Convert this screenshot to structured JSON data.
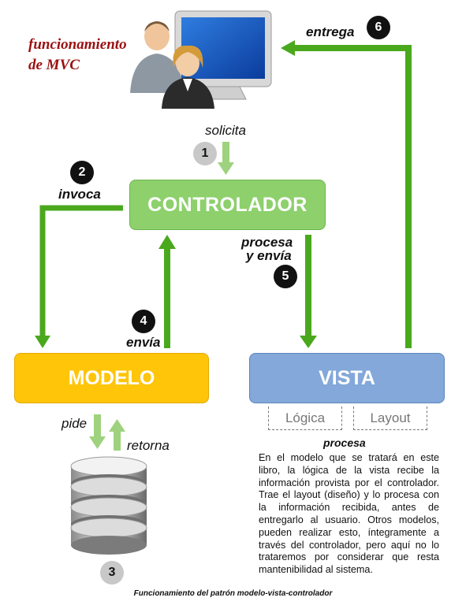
{
  "title_line1": "funcionamiento",
  "title_line2": "de MVC",
  "boxes": {
    "controller": "CONTROLADOR",
    "model": "MODELO",
    "view": "VISTA"
  },
  "labels": {
    "solicita": "solicita",
    "invoca": "invoca",
    "procesa_envia_1": "procesa",
    "procesa_envia_2": "y envía",
    "envia": "envía",
    "entrega": "entrega",
    "pide": "pide",
    "retorna": "retorna",
    "procesa": "procesa"
  },
  "steps": {
    "s1": "1",
    "s2": "2",
    "s3": "3",
    "s4": "4",
    "s5": "5",
    "s6": "6"
  },
  "view_parts": {
    "logic": "Lógica",
    "layout": "Layout"
  },
  "description": "En el modelo que se tratará en este libro, la lógica de la vista recibe la información provista por el controlador. Trae el layout (diseño) y lo procesa con la información recibida, antes de entregarlo al usuario. Otros modelos, pueden realizar esto, íntegramente a través del controlador, pero aquí no lo trataremos por considerar que resta mantenibilidad al sistema.",
  "caption": "Funcionamiento del patrón modelo-vista-controlador",
  "colors": {
    "arrow_green": "#4aa81d",
    "arrow_light": "#9ed27e",
    "controller": "#8dd06c",
    "model": "#ffc509",
    "view": "#83a8d9",
    "title": "#9b1010"
  }
}
